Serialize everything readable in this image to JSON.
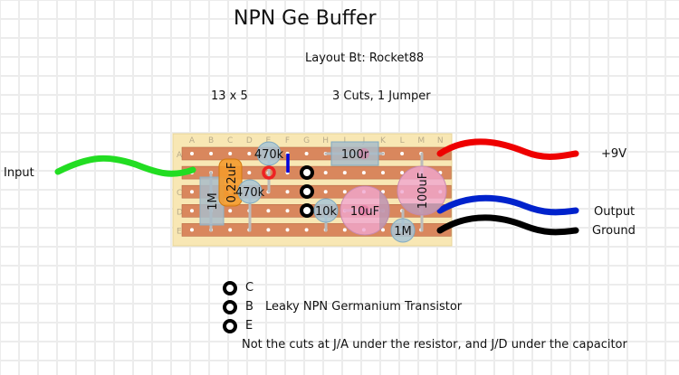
{
  "header": {
    "title": "NPN Ge Buffer",
    "author": "Layout Bt: Rocket88",
    "board_size": "13 x 5",
    "cuts_jumpers": "3 Cuts, 1 Jumper"
  },
  "board": {
    "columns": [
      "A",
      "B",
      "C",
      "D",
      "E",
      "F",
      "G",
      "H",
      "I",
      "J",
      "K",
      "L",
      "M",
      "N"
    ],
    "rows": [
      "A",
      "B",
      "C",
      "D",
      "E"
    ],
    "colors": {
      "board": "#f8e7b4",
      "strip": "#d9875d",
      "strip_edge": "#b86a45",
      "hole": "#ffffff"
    }
  },
  "wires": [
    {
      "label": "Input",
      "color": "#22dd22",
      "strip": "B"
    },
    {
      "label": "+9V",
      "color": "#ee0000",
      "strip": "A"
    },
    {
      "label": "Output",
      "color": "#0022cc",
      "strip": "D"
    },
    {
      "label": "Ground",
      "color": "#000000",
      "strip": "E"
    }
  ],
  "components": {
    "r_1m_input": {
      "label": "1M",
      "type": "resistor"
    },
    "c_022": {
      "label": "0.22uF",
      "type": "film-capacitor"
    },
    "r_470k_top": {
      "label": "470k",
      "type": "resistor"
    },
    "r_470k_mid": {
      "label": "470k",
      "type": "resistor"
    },
    "r_100r": {
      "label": "100r",
      "type": "resistor"
    },
    "r_10k": {
      "label": "10k",
      "type": "resistor"
    },
    "c_10uf": {
      "label": "10uF",
      "type": "electrolytic-capacitor"
    },
    "c_100uf": {
      "label": "100uF",
      "type": "electrolytic-capacitor"
    },
    "r_1m_out": {
      "label": "1M",
      "type": "resistor"
    },
    "jumper": {
      "type": "jumper",
      "color": "#0000dd"
    },
    "cut": {
      "type": "cut",
      "color": "#ee2222"
    }
  },
  "legend": {
    "pins": [
      "C",
      "B",
      "E"
    ],
    "description": "Leaky NPN Germanium Transistor"
  },
  "note": "Not the cuts at J/A under the resistor, and J/D under the capacitor"
}
